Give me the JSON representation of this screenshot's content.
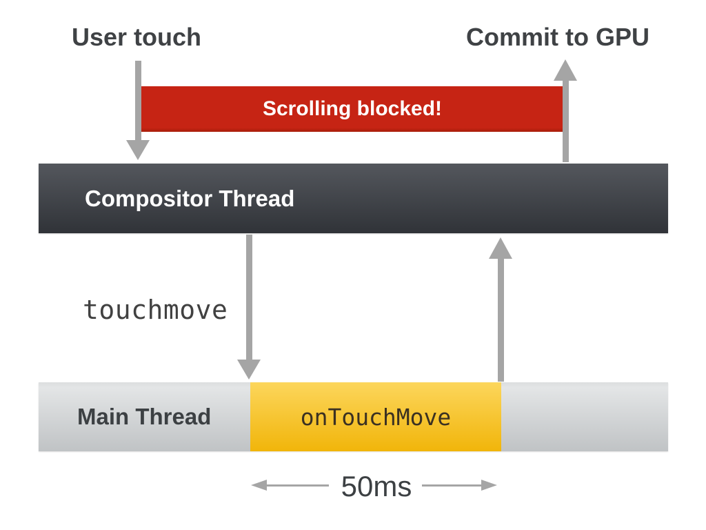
{
  "labels": {
    "user_touch": "User touch",
    "commit_to_gpu": "Commit to GPU",
    "scrolling_blocked": "Scrolling blocked!",
    "compositor_thread": "Compositor Thread",
    "touchmove": "touchmove",
    "main_thread": "Main Thread",
    "on_touch_move": "onTouchMove",
    "duration": "50ms"
  },
  "colors": {
    "blocked_red": "#c62414",
    "compositor_gradient_top": "#54575d",
    "compositor_gradient_bottom": "#303338",
    "main_thread_gradient_top": "#dcdedf",
    "main_thread_gradient_bottom": "#c0c3c5",
    "task_yellow_gradient_top": "#fcd65c",
    "task_yellow_gradient_bottom": "#f1b50a",
    "arrow_gray": "#a5a5a5",
    "heading_text": "#3f4245",
    "label_on_light": "#3c4043",
    "label_on_dark": "#ffffff"
  }
}
